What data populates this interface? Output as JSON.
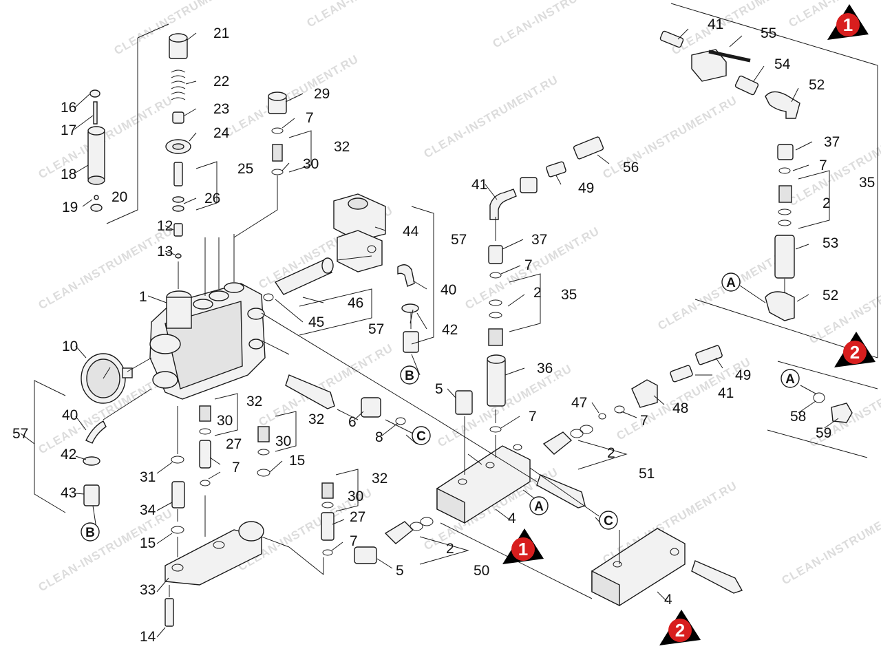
{
  "watermark": "CLEAN-INSTRUMENT.RU",
  "colors": {
    "marker_red": "#d81e1e",
    "marker_black": "#000000",
    "line": "#1a1a1a",
    "part_fill": "#f2f2f2"
  },
  "markers": [
    {
      "id": "marker-1-top",
      "label": "1"
    },
    {
      "id": "marker-2-right",
      "label": "2"
    },
    {
      "id": "marker-1-block",
      "label": "1"
    },
    {
      "id": "marker-2-block",
      "label": "2"
    }
  ],
  "circle_labels": [
    "A",
    "B",
    "C"
  ],
  "part_numbers": [
    "1",
    "2",
    "4",
    "5",
    "6",
    "7",
    "8",
    "10",
    "12",
    "13",
    "14",
    "15",
    "16",
    "17",
    "18",
    "19",
    "20",
    "21",
    "22",
    "23",
    "24",
    "25",
    "26",
    "27",
    "29",
    "30",
    "31",
    "32",
    "33",
    "34",
    "35",
    "36",
    "37",
    "40",
    "41",
    "42",
    "43",
    "44",
    "45",
    "46",
    "47",
    "48",
    "49",
    "50",
    "51",
    "52",
    "53",
    "54",
    "55",
    "56",
    "57",
    "58",
    "59"
  ]
}
